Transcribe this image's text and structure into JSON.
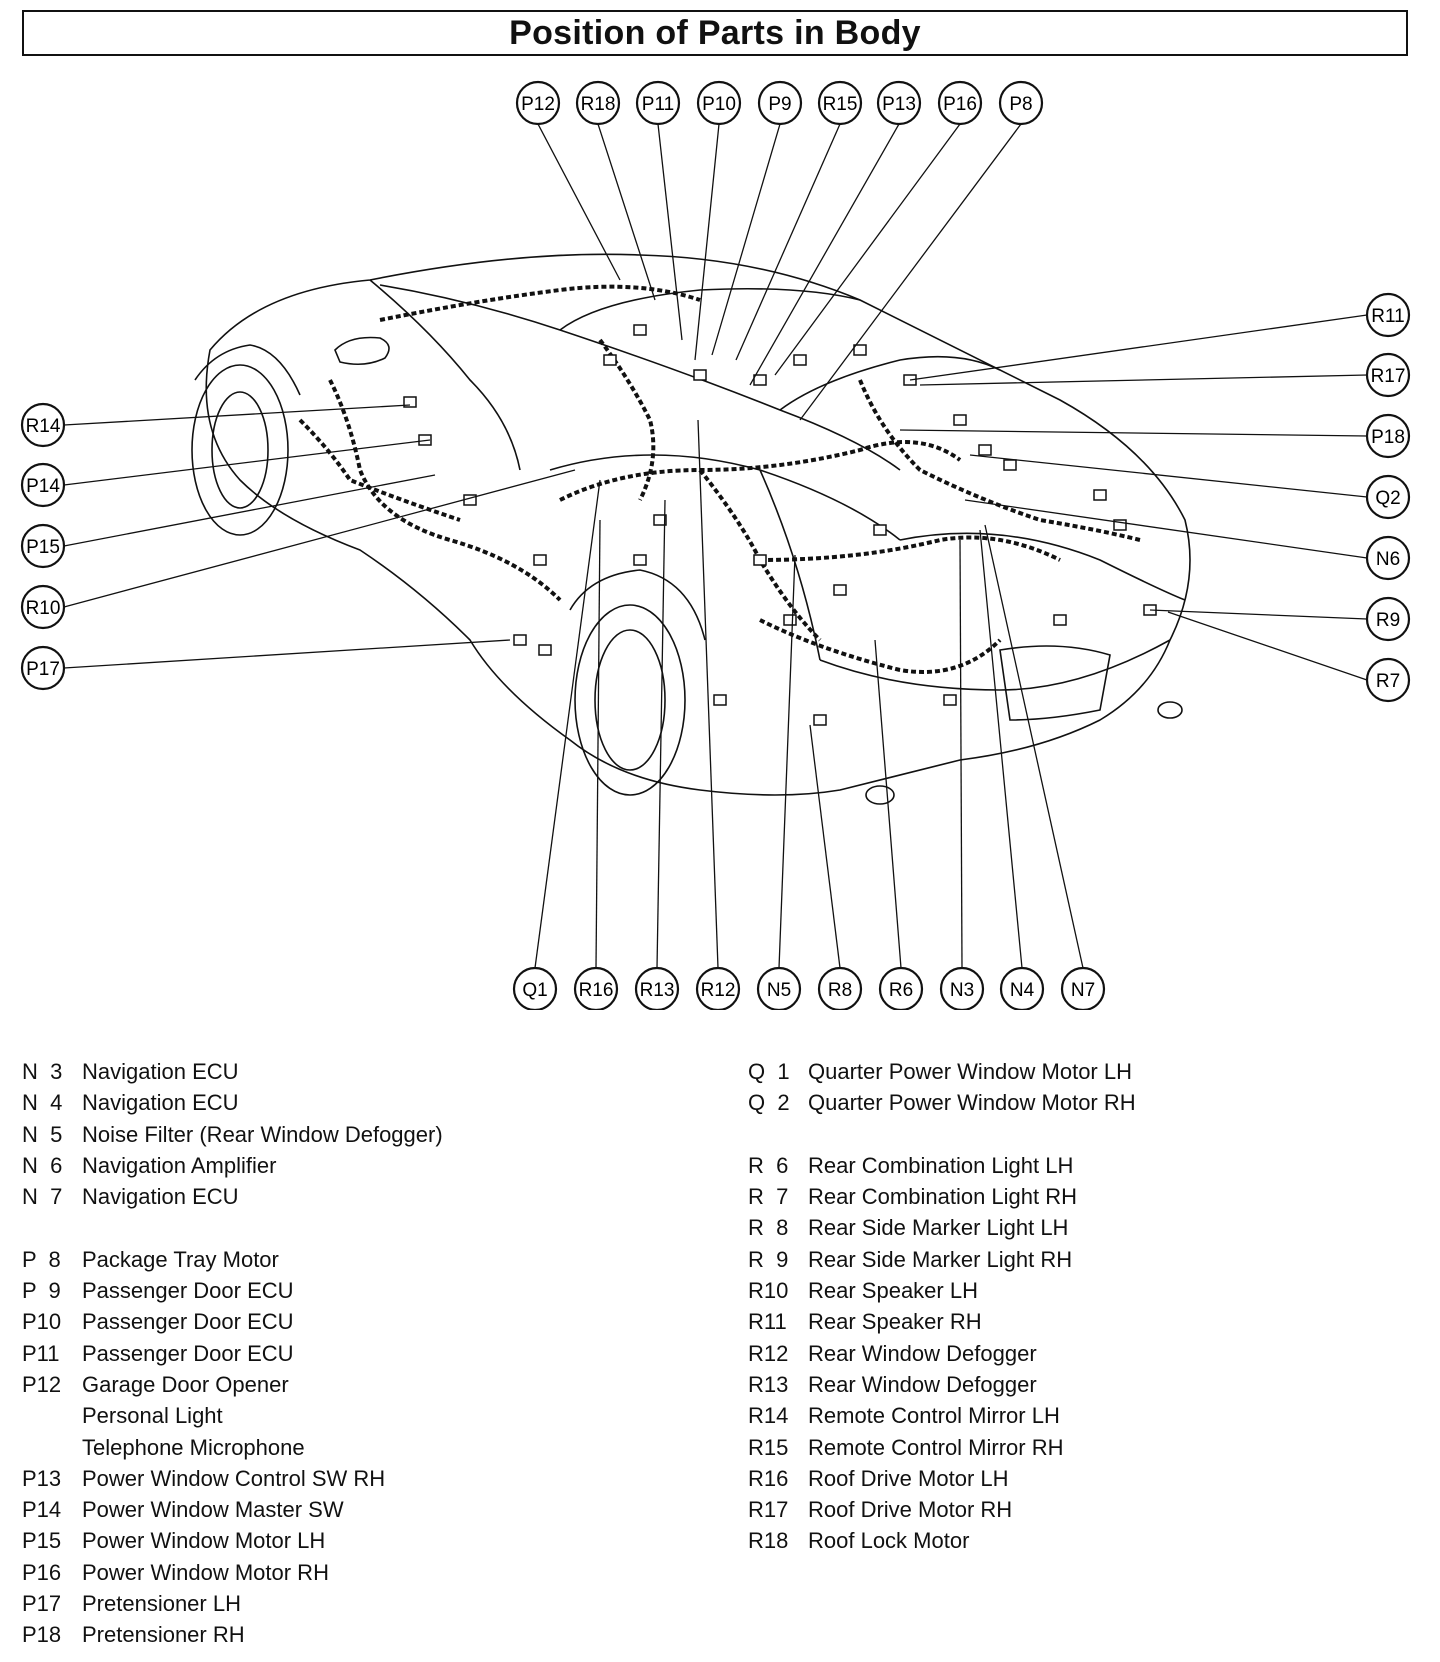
{
  "title": "Position of Parts in Body",
  "callouts": {
    "top": [
      "P12",
      "R18",
      "P11",
      "P10",
      "P9",
      "R15",
      "P13",
      "P16",
      "P8"
    ],
    "left": [
      "R14",
      "P14",
      "P15",
      "R10",
      "P17"
    ],
    "right": [
      "R11",
      "R17",
      "P18",
      "Q2",
      "N6",
      "R9",
      "R7"
    ],
    "bottom": [
      "Q1",
      "R16",
      "R13",
      "R12",
      "N5",
      "R8",
      "R6",
      "N3",
      "N4",
      "N7"
    ]
  },
  "legend_left": [
    {
      "code": "N  3",
      "name": "Navigation ECU"
    },
    {
      "code": "N  4",
      "name": "Navigation ECU"
    },
    {
      "code": "N  5",
      "name": "Noise Filter (Rear Window Defogger)"
    },
    {
      "code": "N  6",
      "name": "Navigation Amplifier"
    },
    {
      "code": "N  7",
      "name": "Navigation ECU"
    },
    null,
    {
      "code": "P  8",
      "name": "Package Tray Motor"
    },
    {
      "code": "P  9",
      "name": "Passenger Door ECU"
    },
    {
      "code": "P10",
      "name": "Passenger Door ECU"
    },
    {
      "code": "P11",
      "name": "Passenger Door ECU"
    },
    {
      "code": "P12",
      "name": "Garage Door Opener"
    },
    {
      "code": "",
      "name": "Personal Light"
    },
    {
      "code": "",
      "name": "Telephone Microphone"
    },
    {
      "code": "P13",
      "name": "Power Window Control SW RH"
    },
    {
      "code": "P14",
      "name": "Power Window Master SW"
    },
    {
      "code": "P15",
      "name": "Power Window Motor LH"
    },
    {
      "code": "P16",
      "name": "Power Window Motor RH"
    },
    {
      "code": "P17",
      "name": "Pretensioner LH"
    },
    {
      "code": "P18",
      "name": "Pretensioner RH"
    }
  ],
  "legend_right": [
    {
      "code": "Q  1",
      "name": "Quarter Power Window Motor LH"
    },
    {
      "code": "Q  2",
      "name": "Quarter Power Window Motor RH"
    },
    null,
    {
      "code": "R  6",
      "name": "Rear Combination Light LH"
    },
    {
      "code": "R  7",
      "name": "Rear Combination Light RH"
    },
    {
      "code": "R  8",
      "name": "Rear Side Marker Light LH"
    },
    {
      "code": "R  9",
      "name": "Rear Side Marker Light RH"
    },
    {
      "code": "R10",
      "name": "Rear Speaker LH"
    },
    {
      "code": "R11",
      "name": "Rear Speaker RH"
    },
    {
      "code": "R12",
      "name": "Rear Window Defogger"
    },
    {
      "code": "R13",
      "name": "Rear Window Defogger"
    },
    {
      "code": "R14",
      "name": "Remote Control Mirror LH"
    },
    {
      "code": "R15",
      "name": "Remote Control Mirror RH"
    },
    {
      "code": "R16",
      "name": "Roof Drive Motor LH"
    },
    {
      "code": "R17",
      "name": "Roof Drive Motor RH"
    },
    {
      "code": "R18",
      "name": "Roof Lock Motor"
    }
  ]
}
